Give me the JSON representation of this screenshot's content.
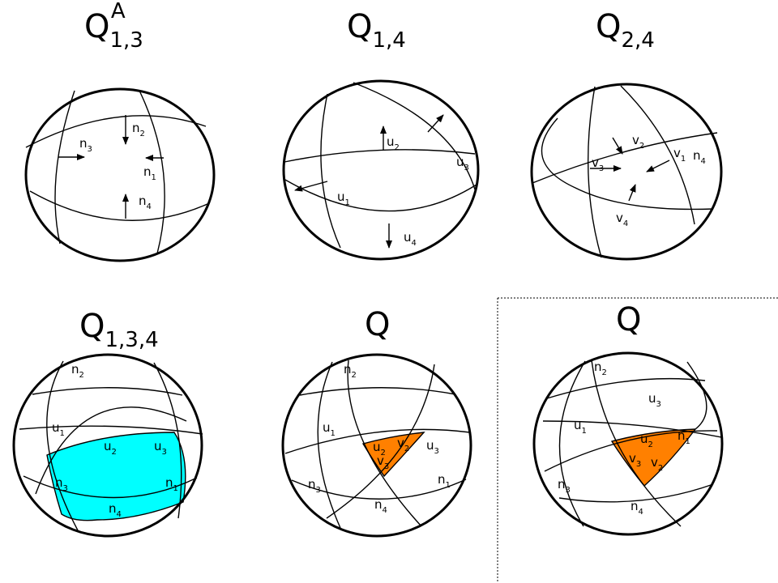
{
  "panels": [
    {
      "id": "q13a",
      "title": {
        "main": "Q",
        "sub": "1,3",
        "sup": "A"
      },
      "labels": [
        {
          "base": "n",
          "sub": "2"
        },
        {
          "base": "n",
          "sub": "3"
        },
        {
          "base": "n",
          "sub": "1"
        },
        {
          "base": "n",
          "sub": "4"
        }
      ]
    },
    {
      "id": "q14",
      "title": {
        "main": "Q",
        "sub": "1,4",
        "sup": ""
      },
      "labels": [
        {
          "base": "u",
          "sub": "2"
        },
        {
          "base": "u",
          "sub": "3"
        },
        {
          "base": "u",
          "sub": "1"
        },
        {
          "base": "u",
          "sub": "4"
        }
      ]
    },
    {
      "id": "q24",
      "title": {
        "main": "Q",
        "sub": "2,4",
        "sup": ""
      },
      "labels": [
        {
          "base": "v",
          "sub": "2"
        },
        {
          "base": "v",
          "sub": "1"
        },
        {
          "base": "n",
          "sub": "4"
        },
        {
          "base": "v",
          "sub": "3"
        },
        {
          "base": "v",
          "sub": "4"
        }
      ]
    },
    {
      "id": "q134",
      "title": {
        "main": "Q",
        "sub": "1,3,4",
        "sup": ""
      },
      "fill_color": "#00ffff",
      "labels": [
        {
          "base": "n",
          "sub": "2"
        },
        {
          "base": "u",
          "sub": "1"
        },
        {
          "base": "u",
          "sub": "2"
        },
        {
          "base": "u",
          "sub": "3"
        },
        {
          "base": "n",
          "sub": "3"
        },
        {
          "base": "n",
          "sub": "1"
        },
        {
          "base": "n",
          "sub": "4"
        }
      ]
    },
    {
      "id": "q-a",
      "title": {
        "main": "Q",
        "sub": "",
        "sup": ""
      },
      "fill_color": "#ff8000",
      "labels": [
        {
          "base": "n",
          "sub": "2"
        },
        {
          "base": "u",
          "sub": "1"
        },
        {
          "base": "u",
          "sub": "2"
        },
        {
          "base": "v",
          "sub": "2"
        },
        {
          "base": "v",
          "sub": "3"
        },
        {
          "base": "u",
          "sub": "3"
        },
        {
          "base": "n",
          "sub": "3"
        },
        {
          "base": "n",
          "sub": "1"
        },
        {
          "base": "n",
          "sub": "4"
        }
      ]
    },
    {
      "id": "q-b",
      "title": {
        "main": "Q",
        "sub": "",
        "sup": ""
      },
      "fill_color": "#ff8000",
      "labels": [
        {
          "base": "n",
          "sub": "2"
        },
        {
          "base": "u",
          "sub": "3"
        },
        {
          "base": "u",
          "sub": "1"
        },
        {
          "base": "u",
          "sub": "2"
        },
        {
          "base": "n",
          "sub": "1"
        },
        {
          "base": "v",
          "sub": "3"
        },
        {
          "base": "v",
          "sub": "2"
        },
        {
          "base": "n",
          "sub": "3"
        },
        {
          "base": "n",
          "sub": "4"
        }
      ]
    }
  ]
}
